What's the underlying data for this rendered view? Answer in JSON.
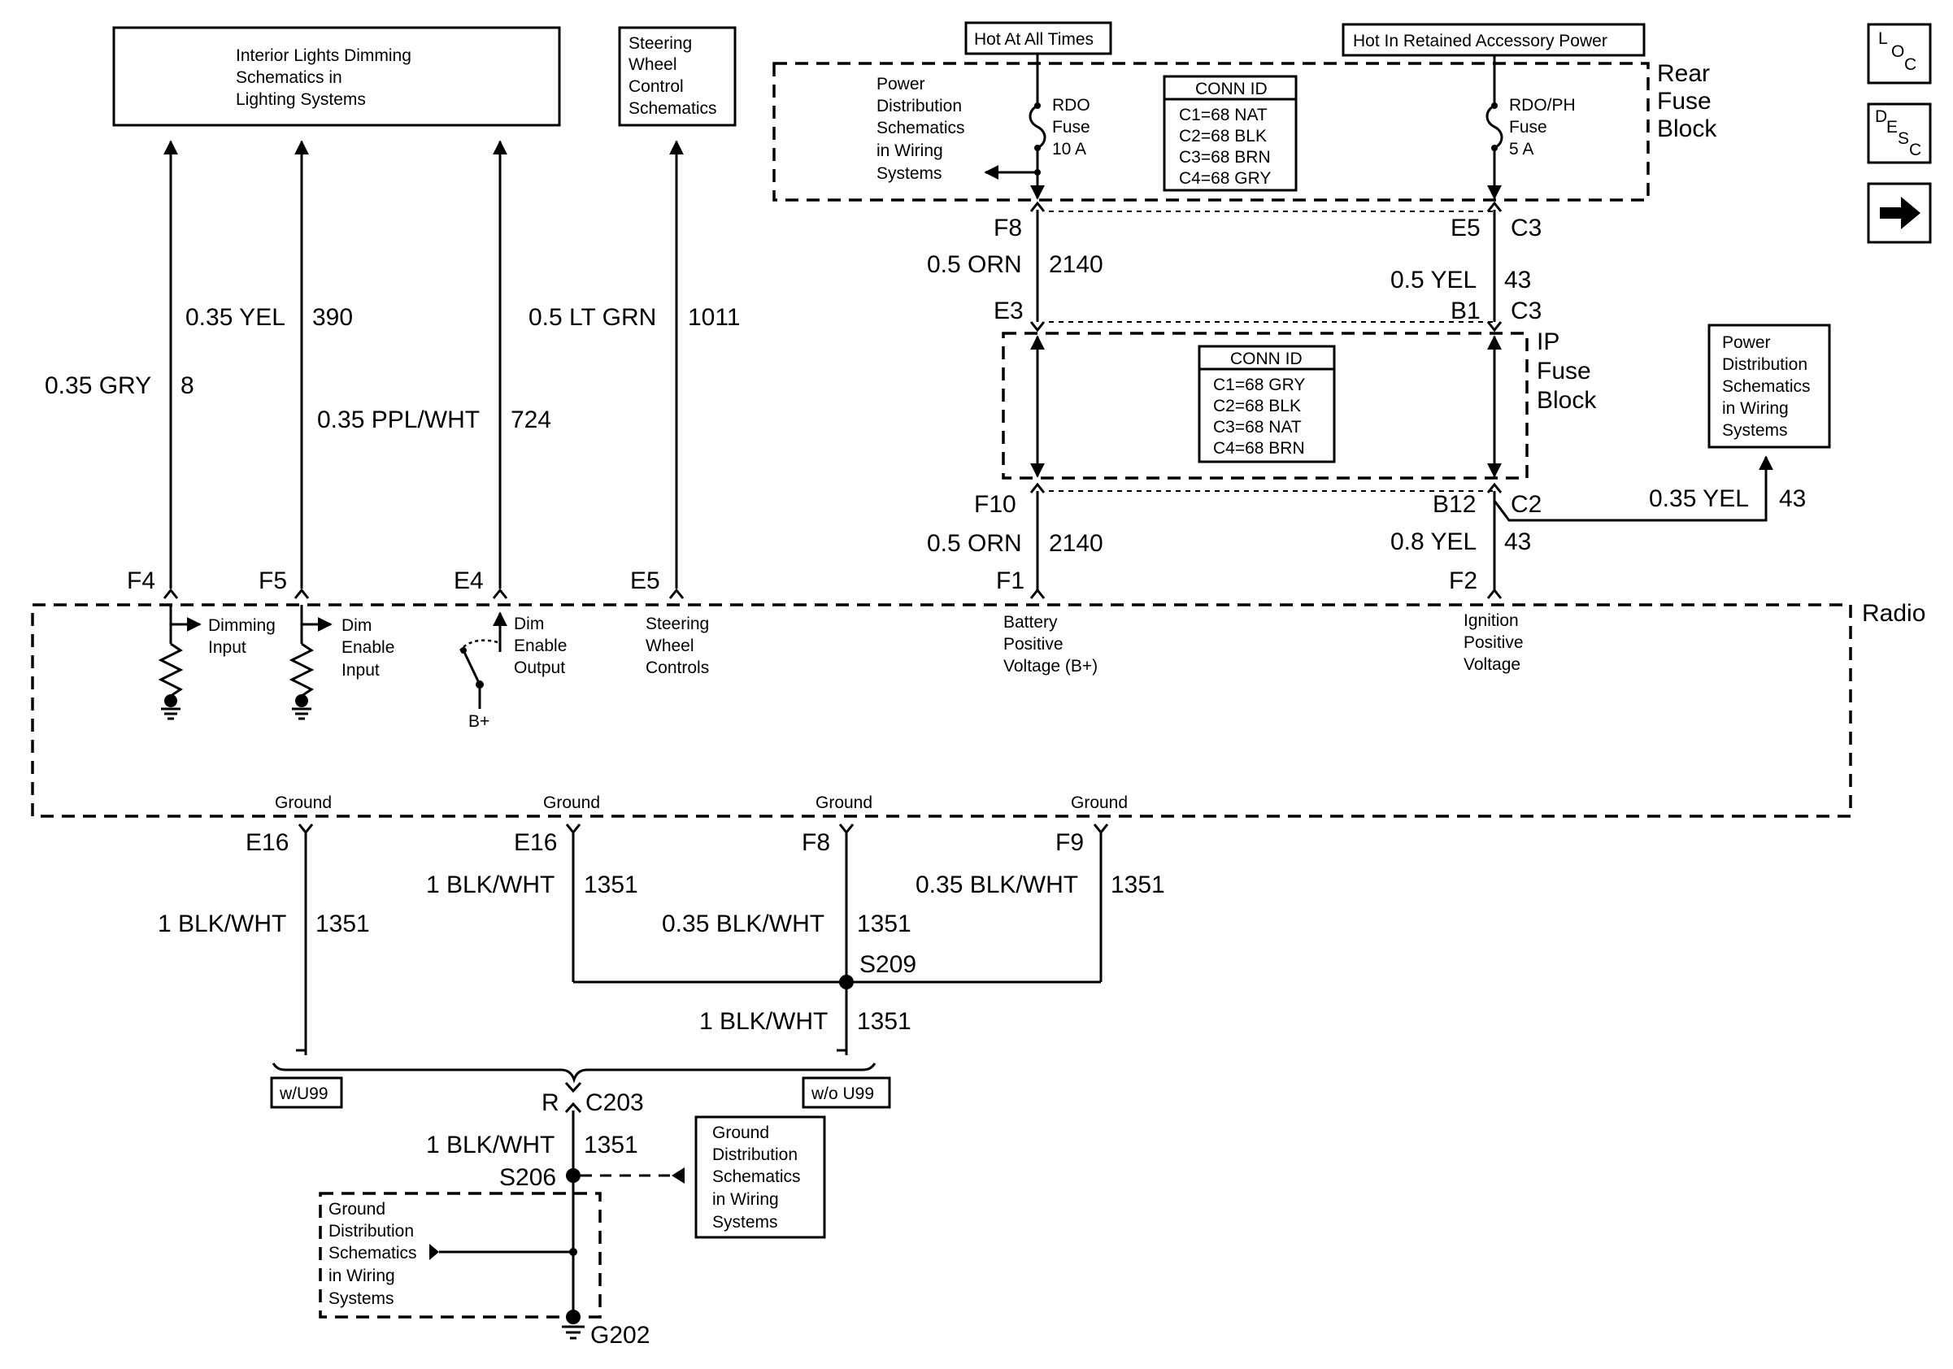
{
  "boxes": {
    "interior": [
      "Interior Lights Dimming",
      "Schematics in",
      "Lighting Systems"
    ],
    "steering": [
      "Steering",
      "Wheel",
      "Control",
      "Schematics"
    ],
    "hot_all": "Hot At All Times",
    "hot_retained": "Hot In Retained Accessory Power",
    "power_dist_rear": [
      "Power",
      "Distribution",
      "Schematics",
      "in Wiring",
      "Systems"
    ],
    "power_dist_right": [
      "Power",
      "Distribution",
      "Schematics",
      "in Wiring",
      "Systems"
    ],
    "ground_dist_right": [
      "Ground",
      "Distribution",
      "Schematics",
      "in Wiring",
      "Systems"
    ],
    "ground_dist_left": [
      "Ground",
      "Distribution",
      "Schematics",
      "in Wiring",
      "Systems"
    ],
    "w_u99": "w/U99",
    "wo_u99": "w/o U99"
  },
  "rear_fuse_block": {
    "title": [
      "Rear",
      "Fuse",
      "Block"
    ],
    "conn_id_title": "CONN ID",
    "conn_id": [
      "C1=68 NAT",
      "C2=68 BLK",
      "C3=68 BRN",
      "C4=68 GRY"
    ],
    "fuse1": [
      "RDO",
      "Fuse",
      "10 A"
    ],
    "fuse2": [
      "RDO/PH",
      "Fuse",
      "5 A"
    ]
  },
  "ip_fuse_block": {
    "title": [
      "IP",
      "Fuse",
      "Block"
    ],
    "conn_id_title": "CONN ID",
    "conn_id": [
      "C1=68 GRY",
      "C2=68 BLK",
      "C3=68 NAT",
      "C4=68 BRN"
    ]
  },
  "radio": {
    "title": "Radio",
    "dimming_input": [
      "Dimming",
      "Input"
    ],
    "dim_enable_input": [
      "Dim",
      "Enable",
      "Input"
    ],
    "dim_enable_output": [
      "Dim",
      "Enable",
      "Output"
    ],
    "b_plus": "B+",
    "steering_controls": [
      "Steering",
      "Wheel",
      "Controls"
    ],
    "battery": [
      "Battery",
      "Positive",
      "Voltage (B+)"
    ],
    "ignition": [
      "Ignition",
      "Positive",
      "Voltage"
    ],
    "ground": "Ground"
  },
  "wires": {
    "gry": {
      "label": "0.35 GRY",
      "circuit": "8"
    },
    "yel390": {
      "label": "0.35 YEL",
      "circuit": "390"
    },
    "ppl": {
      "label": "0.35 PPL/WHT",
      "circuit": "724"
    },
    "ltgrn": {
      "label": "0.5 LT GRN",
      "circuit": "1011"
    },
    "orn_top": {
      "label": "0.5 ORN",
      "circuit": "2140"
    },
    "orn_bot": {
      "label": "0.5 ORN",
      "circuit": "2140"
    },
    "yel_top": {
      "label": "0.5 YEL",
      "circuit": "43"
    },
    "yel_bot": {
      "label": "0.8 YEL",
      "circuit": "43"
    },
    "yel_right": {
      "label": "0.35 YEL",
      "circuit": "43"
    },
    "gnd_e16a": {
      "label": "1 BLK/WHT",
      "circuit": "1351"
    },
    "gnd_e16b": {
      "label": "1 BLK/WHT",
      "circuit": "1351"
    },
    "gnd_f8": {
      "label": "0.35 BLK/WHT",
      "circuit": "1351"
    },
    "gnd_f9": {
      "label": "0.35 BLK/WHT",
      "circuit": "1351"
    },
    "gnd_s209": {
      "label": "1 BLK/WHT",
      "circuit": "1351"
    },
    "gnd_c203": {
      "label": "1 BLK/WHT",
      "circuit": "1351"
    }
  },
  "pins": {
    "f4": "F4",
    "f5": "F5",
    "e4": "E4",
    "e5_radio": "E5",
    "f1": "F1",
    "f2": "F2",
    "f8_top": "F8",
    "e5_top": "E5",
    "c3_top": "C3",
    "e3": "E3",
    "b1": "B1",
    "c3_b1": "C3",
    "f10": "F10",
    "b12": "B12",
    "c2": "C2",
    "e16a": "E16",
    "e16b": "E16",
    "f8_gnd": "F8",
    "f9": "F9",
    "r": "R",
    "c203": "C203"
  },
  "splices": {
    "s209": "S209",
    "s206": "S206",
    "g202": "G202"
  },
  "nav": {
    "loc": [
      "L",
      "O",
      "C"
    ],
    "desc": [
      "D",
      "E",
      "S",
      "C"
    ]
  }
}
